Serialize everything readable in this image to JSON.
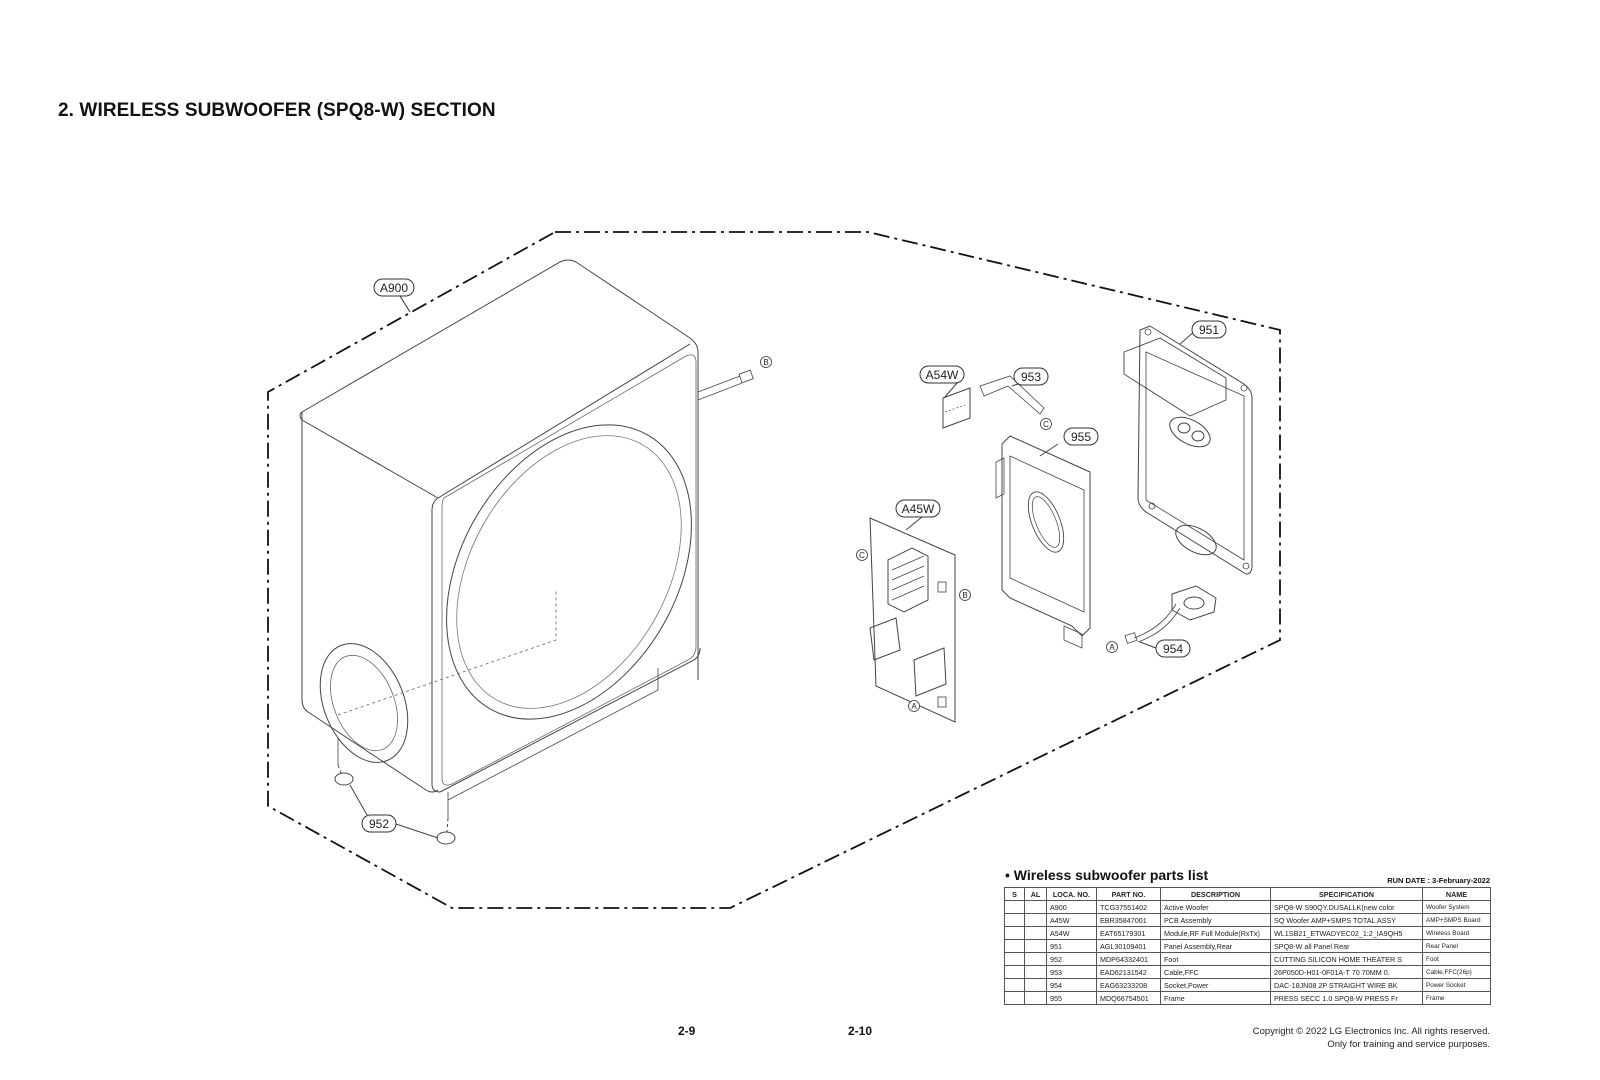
{
  "page": {
    "title": "2. WIRELESS SUBWOOFER (SPQ8-W) SECTION"
  },
  "diagram": {
    "callouts": {
      "a900": "A900",
      "a54w": "A54W",
      "n953": "953",
      "n951": "951",
      "n955": "955",
      "a45w": "A45W",
      "n954": "954",
      "n952": "952"
    },
    "connectors": {
      "b": "B",
      "c": "C",
      "a": "A"
    }
  },
  "parts_list": {
    "heading": "• Wireless subwoofer parts list",
    "run_date": "RUN DATE : 3-February-2022",
    "columns": [
      "S",
      "AL",
      "LOCA. NO.",
      "PART NO.",
      "DESCRIPTION",
      "SPECIFICATION",
      "NAME"
    ],
    "rows": [
      {
        "s": "",
        "al": "",
        "loca": "A900",
        "part": "TCG37551402",
        "desc": "Active Woofer",
        "spec": "SPQ8-W S90QY.DUSALLK(new color",
        "name": "Woofer System"
      },
      {
        "s": "",
        "al": "",
        "loca": "A45W",
        "part": "EBR35847001",
        "desc": "PCB Assembly",
        "spec": "SQ Woofer AMP+SMPS TOTAL ASSY",
        "name": "AMP+SMPS Board"
      },
      {
        "s": "",
        "al": "",
        "loca": "A54W",
        "part": "EAT65179301",
        "desc": "Module,RF Full Module(RxTx)",
        "spec": "WL1SB21_ETWADYEC02_1:2_IA9QH5",
        "name": "Wireless Board"
      },
      {
        "s": "",
        "al": "",
        "loca": "951",
        "part": "AGL30109401",
        "desc": "Panel Assembly,Rear",
        "spec": "SPQ8-W all Panel Rear",
        "name": "Rear Panel"
      },
      {
        "s": "",
        "al": "",
        "loca": "952",
        "part": "MDP64332401",
        "desc": "Foot",
        "spec": "CUTTING SILICON HOME THEATER S",
        "name": "Foot"
      },
      {
        "s": "",
        "al": "",
        "loca": "953",
        "part": "EAD62131542",
        "desc": "Cable,FFC",
        "spec": "26P050D-H01-0F01A-T 70 70MM 0.",
        "name": "Cable,FFC(26p)"
      },
      {
        "s": "",
        "al": "",
        "loca": "954",
        "part": "EAG63233208",
        "desc": "Socket,Power",
        "spec": "DAC-18JN08 2P STRAIGHT WIRE BK",
        "name": "Power Socket"
      },
      {
        "s": "",
        "al": "",
        "loca": "955",
        "part": "MDQ66754501",
        "desc": "Frame",
        "spec": "PRESS SECC 1.0 SPQ8-W PRESS Fr",
        "name": "Frame"
      }
    ]
  },
  "footer": {
    "page_left": "2-9",
    "page_right": "2-10",
    "copyright_line1": "Copyright © 2022 LG Electronics Inc. All rights reserved.",
    "copyright_line2": "Only for training and service purposes."
  }
}
